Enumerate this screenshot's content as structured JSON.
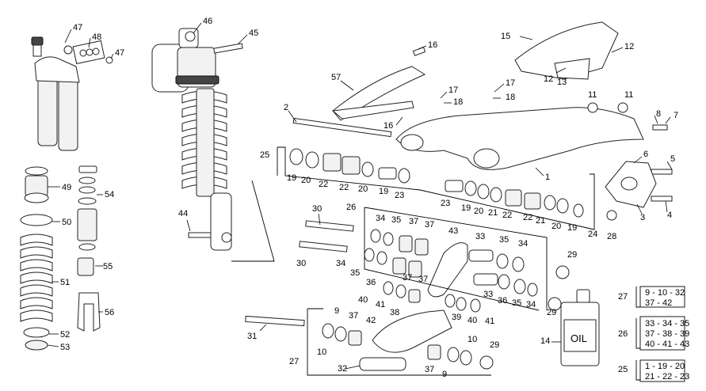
{
  "callouts": [
    {
      "id": "c47a",
      "text": "47"
    },
    {
      "id": "c48",
      "text": "48"
    },
    {
      "id": "c47b",
      "text": "47"
    },
    {
      "id": "c46",
      "text": "46"
    },
    {
      "id": "c45",
      "text": "45"
    },
    {
      "id": "c16a",
      "text": "16"
    },
    {
      "id": "c15",
      "text": "15"
    },
    {
      "id": "c12a",
      "text": "12"
    },
    {
      "id": "c12b",
      "text": "12"
    },
    {
      "id": "c13",
      "text": "13"
    },
    {
      "id": "c57",
      "text": "57"
    },
    {
      "id": "c17a",
      "text": "17"
    },
    {
      "id": "c17b",
      "text": "17"
    },
    {
      "id": "c18a",
      "text": "18"
    },
    {
      "id": "c18b",
      "text": "18"
    },
    {
      "id": "c16b",
      "text": "16"
    },
    {
      "id": "c11a",
      "text": "11"
    },
    {
      "id": "c11b",
      "text": "11"
    },
    {
      "id": "c2",
      "text": "2"
    },
    {
      "id": "c8",
      "text": "8"
    },
    {
      "id": "c7",
      "text": "7"
    },
    {
      "id": "c49",
      "text": "49"
    },
    {
      "id": "c54",
      "text": "54"
    },
    {
      "id": "c25",
      "text": "25"
    },
    {
      "id": "c19a",
      "text": "19"
    },
    {
      "id": "c20a",
      "text": "20"
    },
    {
      "id": "c22a",
      "text": "22"
    },
    {
      "id": "c22b",
      "text": "22"
    },
    {
      "id": "c20b",
      "text": "20"
    },
    {
      "id": "c19b",
      "text": "19"
    },
    {
      "id": "c23a",
      "text": "23"
    },
    {
      "id": "c1",
      "text": "1"
    },
    {
      "id": "c6",
      "text": "6"
    },
    {
      "id": "c5",
      "text": "5"
    },
    {
      "id": "c23b",
      "text": "23"
    },
    {
      "id": "c19c",
      "text": "19"
    },
    {
      "id": "c20c",
      "text": "20"
    },
    {
      "id": "c21a",
      "text": "21"
    },
    {
      "id": "c22c",
      "text": "22"
    },
    {
      "id": "c22d",
      "text": "22"
    },
    {
      "id": "c21b",
      "text": "21"
    },
    {
      "id": "c20d",
      "text": "20"
    },
    {
      "id": "c19d",
      "text": "19"
    },
    {
      "id": "c24",
      "text": "24"
    },
    {
      "id": "c28",
      "text": "28"
    },
    {
      "id": "c3",
      "text": "3"
    },
    {
      "id": "c4",
      "text": "4"
    },
    {
      "id": "c50",
      "text": "50"
    },
    {
      "id": "c44",
      "text": "44"
    },
    {
      "id": "c30a",
      "text": "30"
    },
    {
      "id": "c26top",
      "text": "26"
    },
    {
      "id": "c34a",
      "text": "34"
    },
    {
      "id": "c35a",
      "text": "35"
    },
    {
      "id": "c37a",
      "text": "37"
    },
    {
      "id": "c37b",
      "text": "37"
    },
    {
      "id": "c43",
      "text": "43"
    },
    {
      "id": "c33a",
      "text": "33"
    },
    {
      "id": "c35b",
      "text": "35"
    },
    {
      "id": "c34b",
      "text": "34"
    },
    {
      "id": "c30b",
      "text": "30"
    },
    {
      "id": "c34c",
      "text": "34"
    },
    {
      "id": "c55",
      "text": "55"
    },
    {
      "id": "c35c",
      "text": "35"
    },
    {
      "id": "c36a",
      "text": "36"
    },
    {
      "id": "c37c",
      "text": "37"
    },
    {
      "id": "c37d",
      "text": "37"
    },
    {
      "id": "c33b",
      "text": "33"
    },
    {
      "id": "c36b",
      "text": "36"
    },
    {
      "id": "c35d",
      "text": "35"
    },
    {
      "id": "c34d",
      "text": "34"
    },
    {
      "id": "c29a",
      "text": "29"
    },
    {
      "id": "c51",
      "text": "51"
    },
    {
      "id": "c40a",
      "text": "40"
    },
    {
      "id": "c41a",
      "text": "41"
    },
    {
      "id": "c38",
      "text": "38"
    },
    {
      "id": "c39",
      "text": "39"
    },
    {
      "id": "c40b",
      "text": "40"
    },
    {
      "id": "c41b",
      "text": "41"
    },
    {
      "id": "c29b",
      "text": "29"
    },
    {
      "id": "c56",
      "text": "56"
    },
    {
      "id": "c9a",
      "text": "9"
    },
    {
      "id": "c37e",
      "text": "37"
    },
    {
      "id": "c42",
      "text": "42"
    },
    {
      "id": "c31",
      "text": "31"
    },
    {
      "id": "c52",
      "text": "52"
    },
    {
      "id": "c53",
      "text": "53"
    },
    {
      "id": "c10a",
      "text": "10"
    },
    {
      "id": "c10b",
      "text": "10"
    },
    {
      "id": "c29c",
      "text": "29"
    },
    {
      "id": "c14",
      "text": "14"
    },
    {
      "id": "c27",
      "text": "27"
    },
    {
      "id": "c32",
      "text": "32"
    },
    {
      "id": "c37f",
      "text": "37"
    },
    {
      "id": "c9b",
      "text": "9"
    }
  ],
  "oil_label": "OIL",
  "kits": [
    {
      "number": "27",
      "lines": [
        "9 - 10 - 32",
        "37 - 42"
      ]
    },
    {
      "number": "26",
      "lines": [
        "33 - 34 - 35",
        "37 - 38 - 39",
        "40 - 41 - 43"
      ]
    },
    {
      "number": "25",
      "lines": [
        "1 - 19 - 20",
        "21 - 22 - 23"
      ]
    }
  ]
}
